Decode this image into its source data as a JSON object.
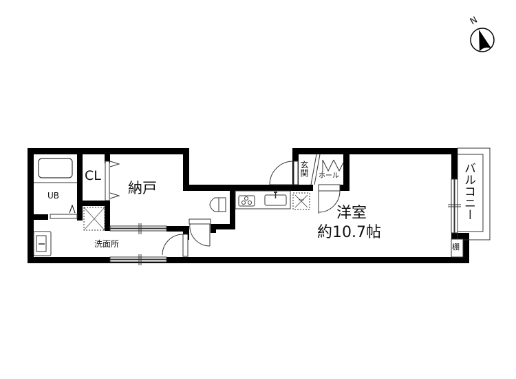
{
  "compass": {
    "label": "N",
    "icon": "north-arrow-icon"
  },
  "rooms": {
    "unit_bath": {
      "label": "UB"
    },
    "closet": {
      "label": "CL"
    },
    "storage": {
      "label": "納戸"
    },
    "washroom": {
      "label": "洗面所"
    },
    "entrance": {
      "label": "玄関"
    },
    "hall": {
      "label": "ホール"
    },
    "western_room": {
      "label": "洋室",
      "size": "約10.7帖"
    },
    "balcony": {
      "label": "バルコニー"
    },
    "shelf": {
      "label": "棚"
    }
  },
  "fixtures": [
    "bathtub",
    "toilet",
    "stove",
    "kitchen-sink",
    "washbasin",
    "washing-machine-space",
    "refrigerator-space"
  ],
  "colors": {
    "wall": "#000000",
    "line": "#333333",
    "background": "#ffffff"
  }
}
